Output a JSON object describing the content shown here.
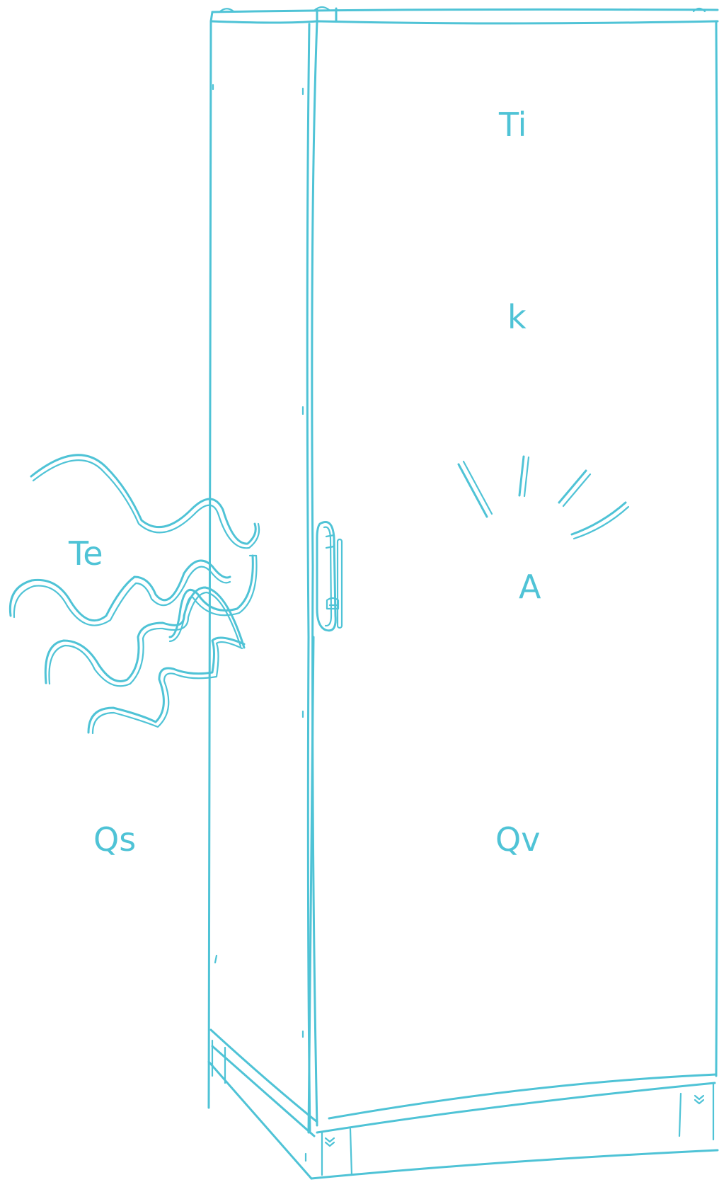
{
  "labels": {
    "ti": "Ti",
    "k": "k",
    "a": "A",
    "te": "Te",
    "qs": "Qs",
    "qv": "Qv"
  },
  "icons": {
    "cabinet": "cabinet-icon",
    "heat_waves": "heat-wave-icon",
    "radiation": "radiation-rays-icon",
    "handle": "door-handle-icon"
  },
  "colors": {
    "stroke": "#4fc3d6",
    "background": "#ffffff"
  }
}
